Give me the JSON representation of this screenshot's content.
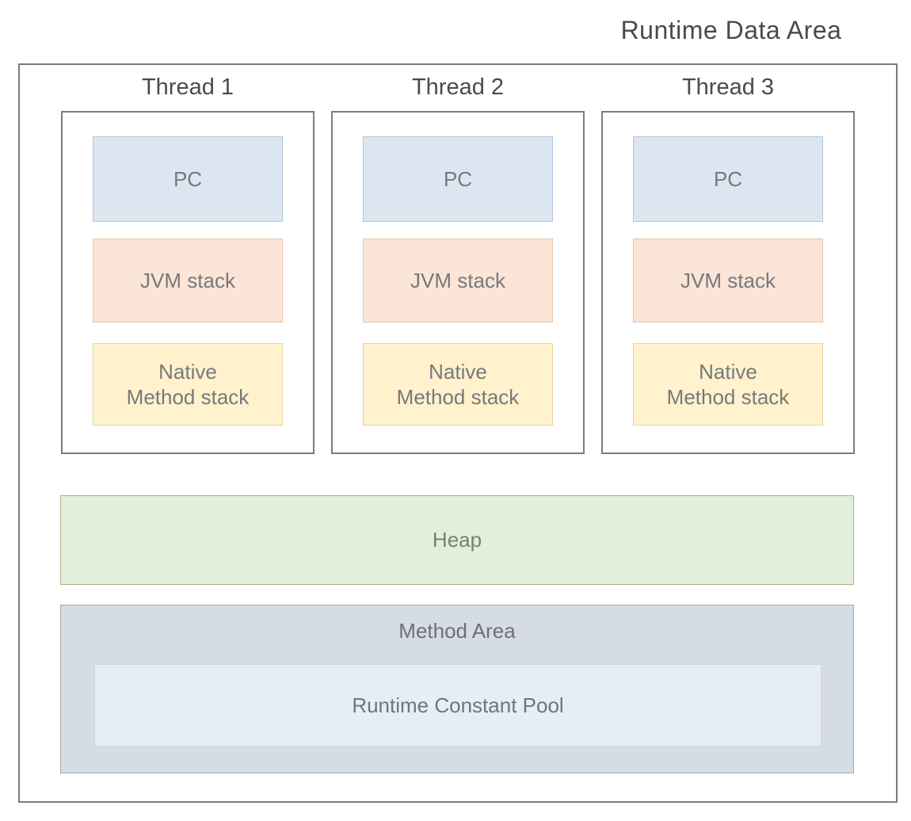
{
  "title": "Runtime Data Area",
  "palette": {
    "pc_fill": "#dce6f1",
    "pc_border": "#b3c5da",
    "jvm_fill": "#fbe5d6",
    "jvm_border": "#e9c5a6",
    "native_fill": "#fff2cc",
    "native_border": "#e7d59a",
    "heap_fill": "#e2efda",
    "heap_border": "#a7b189",
    "method_fill": "#d6dce4",
    "method_border": "#a3a8ae",
    "pool_fill": "#e7edf4",
    "pool_border": "#ccd6e2"
  },
  "threads": [
    {
      "label": "Thread 1",
      "blocks": [
        {
          "label": "PC"
        },
        {
          "label": "JVM stack"
        },
        {
          "label": "Native\nMethod stack"
        }
      ]
    },
    {
      "label": "Thread 2",
      "blocks": [
        {
          "label": "PC"
        },
        {
          "label": "JVM stack"
        },
        {
          "label": "Native\nMethod stack"
        }
      ]
    },
    {
      "label": "Thread 3",
      "blocks": [
        {
          "label": "PC"
        },
        {
          "label": "JVM stack"
        },
        {
          "label": "Native\nMethod stack"
        }
      ]
    }
  ],
  "heap": {
    "label": "Heap"
  },
  "method_area": {
    "label": "Method Area",
    "runtime_constant_pool": {
      "label": "Runtime Constant Pool"
    }
  }
}
